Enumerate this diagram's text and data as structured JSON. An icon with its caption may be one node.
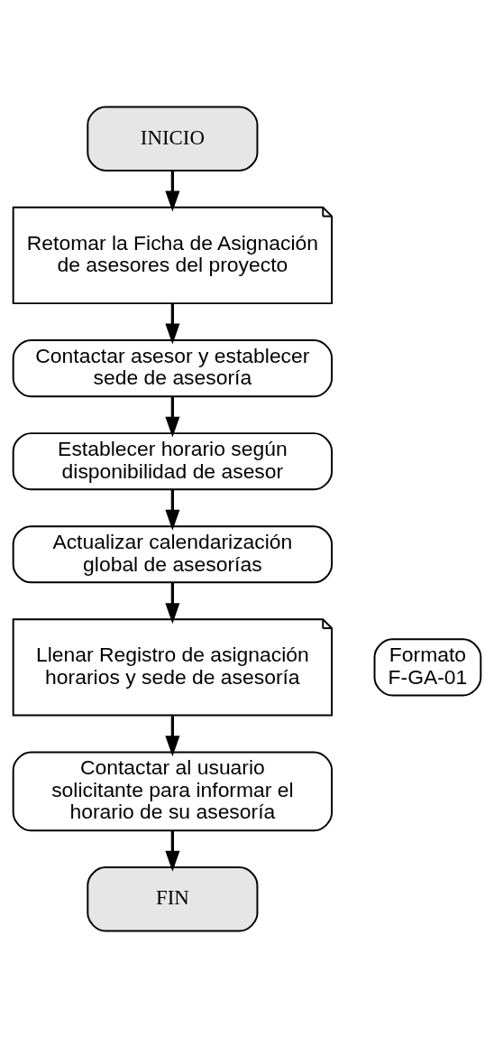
{
  "diagram": {
    "nodes": [
      {
        "text": [
          "INICIO"
        ]
      },
      {
        "text": [
          "Retomar la Ficha de Asignación de asesores del proyecto"
        ]
      },
      {
        "text": [
          "Contactar asesor y establecer sede de asesoría"
        ]
      },
      {
        "text": [
          "Establecer horario según disponibilidad de asesor"
        ]
      },
      {
        "text": [
          "Actualizar calendarización global de asesorías"
        ]
      },
      {
        "text": [
          "Llenar Registro de asignación horarios y sede de asesoría"
        ]
      },
      {
        "text": [
          "Formato F-GA-01"
        ]
      },
      {
        "text": [
          "Contactar al usuario solicitante para informar el horario de su asesoría"
        ]
      },
      {
        "text": [
          "FIN"
        ]
      }
    ],
    "edges": [
      {
        "from": 0,
        "to": 1,
        "arrow": "to"
      },
      {
        "from": 1,
        "to": 2,
        "arrow": "to"
      },
      {
        "from": 2,
        "to": 3,
        "arrow": "to"
      },
      {
        "from": 3,
        "to": 4,
        "arrow": "to"
      },
      {
        "from": 4,
        "to": 5,
        "arrow": "to"
      },
      {
        "from": 5,
        "to": 7,
        "arrow": "to"
      },
      {
        "from": 7,
        "to": 8,
        "arrow": "to"
      }
    ]
  }
}
